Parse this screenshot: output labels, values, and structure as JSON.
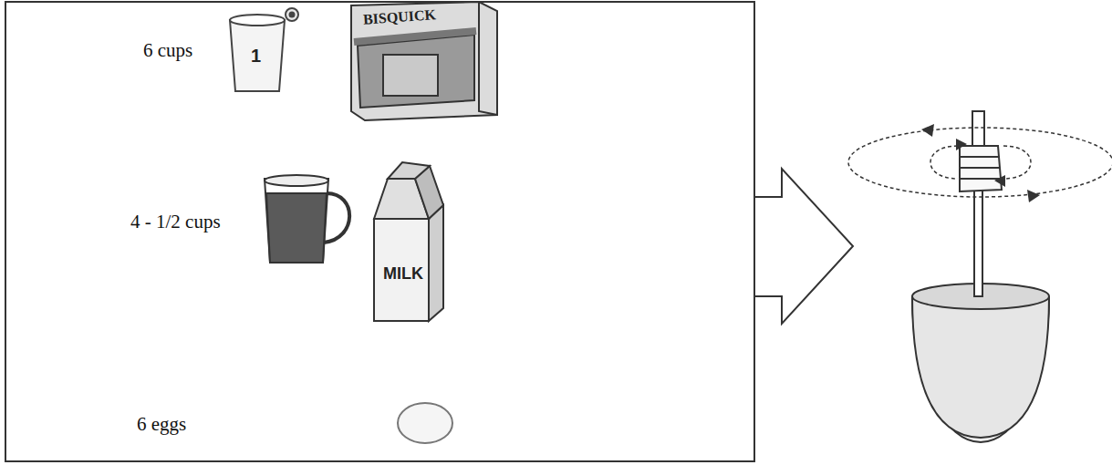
{
  "diagram": {
    "nodes": [
      {
        "text": [
          "6 cups",
          "4 - 1/2 cups",
          "6 eggs"
        ]
      }
    ],
    "labels": [
      "1",
      "BISQUICK",
      "MILK"
    ]
  }
}
